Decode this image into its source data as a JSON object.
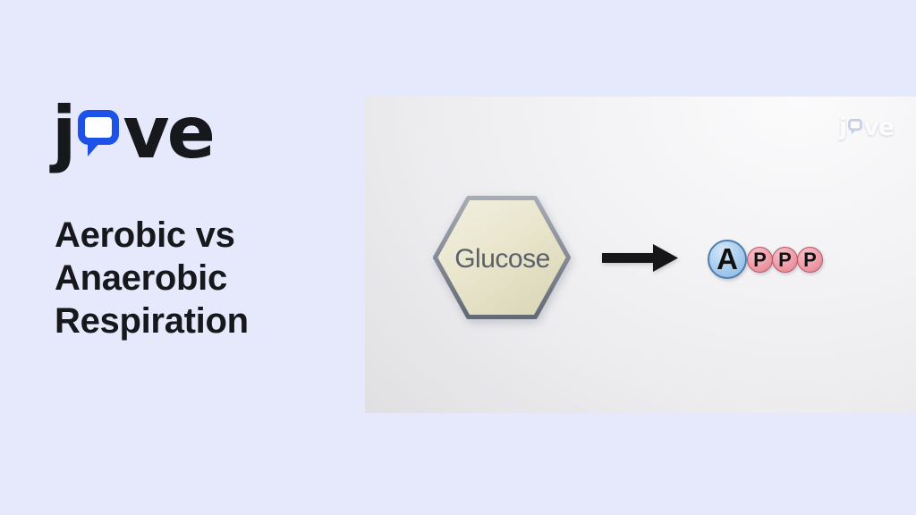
{
  "brand": {
    "logo_j": "j",
    "logo_ve": "ve",
    "bubble_color": "#1d52e9"
  },
  "title": {
    "line1": "Aerobic vs",
    "line2": "Anaerobic",
    "line3": "Respiration"
  },
  "video": {
    "watermark_j": "j",
    "watermark_ve": "ve",
    "glucose_label": "Glucose",
    "atp": {
      "adenosine": "A",
      "phosphates": [
        "P",
        "P",
        "P"
      ]
    }
  },
  "colors": {
    "page_bg": "#e5e9fb",
    "logo_text": "#17181b",
    "title_text": "#17181b",
    "hexagon_fill": "#e9e6cd",
    "hexagon_border": "#7d828d",
    "glucose_text": "#5c606b",
    "arrow": "#161616",
    "adenosine_fill": "#a6cbed",
    "adenosine_border": "#4d7eae",
    "phosphate_fill": "#ef9ca8",
    "phosphate_border": "#b25d6b"
  }
}
